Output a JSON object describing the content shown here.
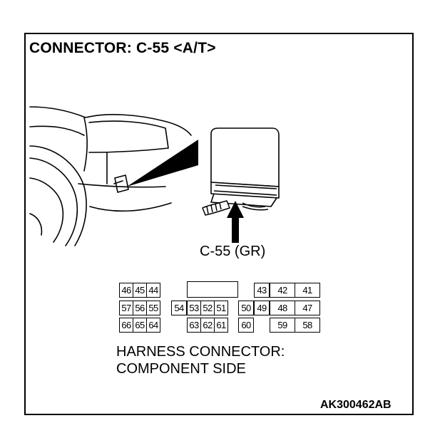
{
  "diagram": {
    "title": "CONNECTOR: C-55 <A/T>",
    "connector_label": "C-55 (GR)",
    "caption_lines": [
      "HARNESS CONNECTOR:",
      "COMPONENT SIDE"
    ],
    "reference_code": "AK300462AB",
    "pin_rows": [
      [
        "46",
        "45",
        "44",
        "",
        "",
        "",
        "",
        "",
        "",
        "43",
        "42",
        "41"
      ],
      [
        "57",
        "56",
        "55",
        "54",
        "53",
        "52",
        "51",
        "50",
        "49",
        "48",
        "47"
      ],
      [
        "66",
        "65",
        "64",
        "63",
        "62",
        "61",
        "60",
        "59",
        "58"
      ]
    ]
  }
}
